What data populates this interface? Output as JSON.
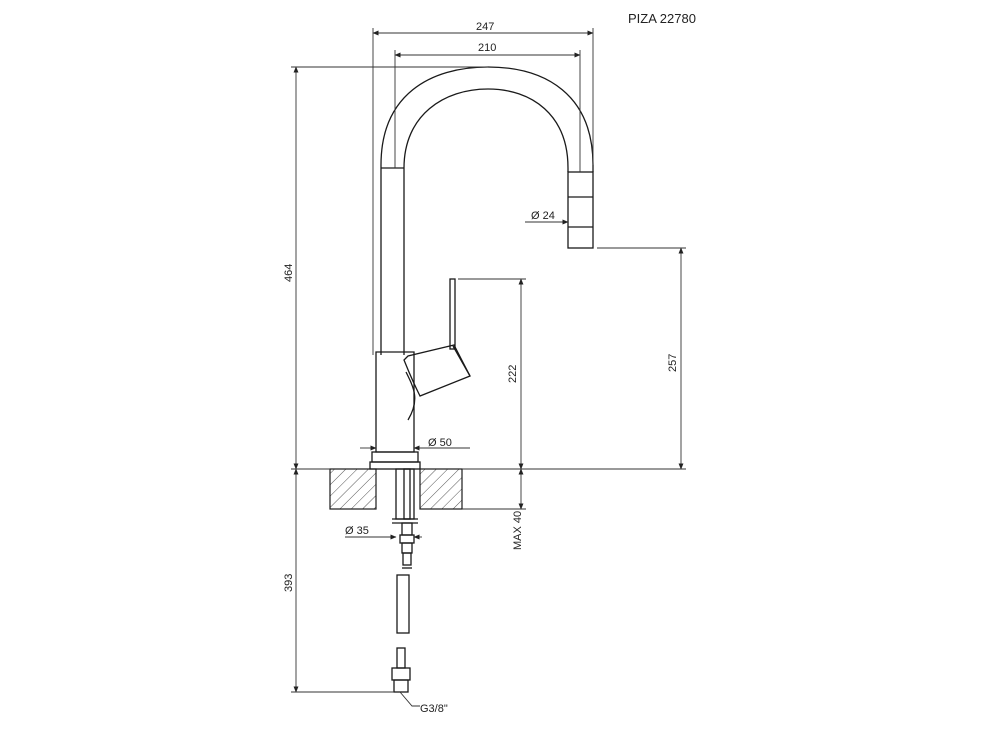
{
  "title": "PIZA 22780",
  "dimensions": {
    "overall_width": "247",
    "spout_width": "210",
    "overall_height": "464",
    "spout_diameter": "Ø 24",
    "spout_height": "257",
    "lever_height": "222",
    "body_diameter": "Ø 50",
    "max_deck_thickness": "MAX 40",
    "shank_diameter": "Ø 35",
    "hose_length": "393",
    "hose_connection": "G3/8\""
  },
  "colors": {
    "line": "#1a1a1a",
    "dim_line": "#333333",
    "hatch": "#555555"
  }
}
